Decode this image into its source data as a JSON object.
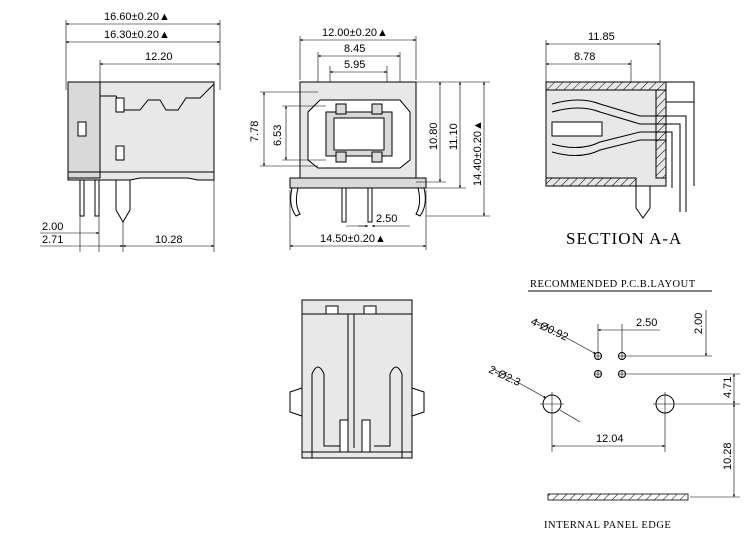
{
  "side_view": {
    "dim_total": "16.60±0.20▲",
    "dim_body": "16.30±0.20▲",
    "dim_top": "12.20",
    "dim_pin_a": "2.00",
    "dim_pin_b": "2.71",
    "dim_pin_c": "10.28"
  },
  "front_view": {
    "dim_width_top": "12.00±0.20▲",
    "dim_845": "8.45",
    "dim_595": "5.95",
    "dim_778": "7.78",
    "dim_653": "6.53",
    "dim_1080": "10.80",
    "dim_1110": "11.10",
    "dim_height": "14.40±0.20▲",
    "dim_pitch": "2.50",
    "dim_width_bottom": "14.50±0.20▲"
  },
  "section_view": {
    "dim_1185": "11.85",
    "dim_878": "8.78",
    "title": "SECTION A-A"
  },
  "pcb_layout": {
    "title": "RECOMMENDED P.C.B.LAYOUT",
    "hole_small": "4-Ø0.92",
    "hole_large": "2-Ø2.3",
    "dim_pitch_x": "2.50",
    "dim_pitch_y": "2.00",
    "dim_471": "4.71",
    "dim_1204": "12.04",
    "dim_1028": "10.28",
    "panel_label": "INTERNAL PANEL EDGE"
  }
}
